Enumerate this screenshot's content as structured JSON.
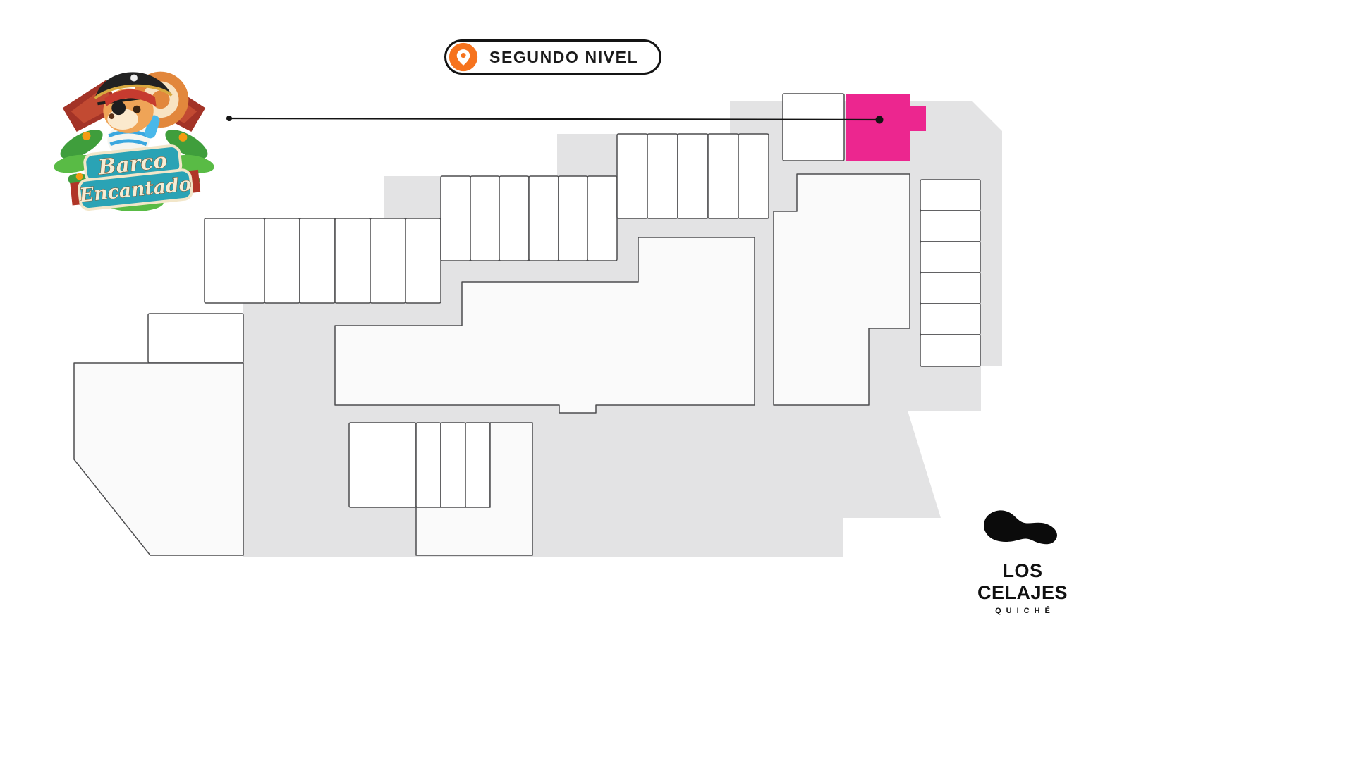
{
  "badge": {
    "label": "SEGUNDO NIVEL"
  },
  "store_logo": {
    "line1": "Barco",
    "line2": "Encantado"
  },
  "footer_logo": {
    "name": "LOS CELAJES",
    "subtitle": "QUICHÉ"
  },
  "icons": {
    "badge_icon": "location-pin",
    "store_icon": "pirate-squirrel-mascot",
    "footer_icon": "celajes-cloud"
  },
  "colors": {
    "highlight_pink": "#EC268F",
    "pin_orange": "#F6731E",
    "floor_gray": "#E3E3E4",
    "unit_outline": "#4D4D4F",
    "line_black": "#141414"
  }
}
